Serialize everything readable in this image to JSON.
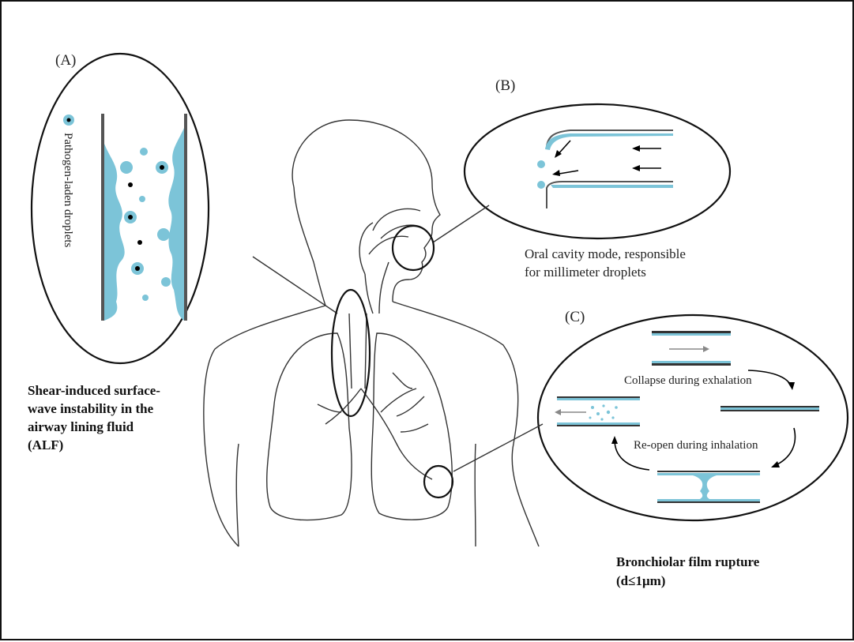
{
  "panels": {
    "a": {
      "label": "(A)",
      "legend": "Pathogen-laden droplets",
      "caption": [
        "Shear-induced surface-",
        "wave instability in the",
        "airway lining fluid",
        "(ALF)"
      ]
    },
    "b": {
      "label": "(B)",
      "caption": [
        "Oral cavity mode, responsible",
        "for millimeter droplets"
      ]
    },
    "c": {
      "label": "(C)",
      "collapse": "Collapse during exhalation",
      "reopen": "Re-open during inhalation",
      "caption": [
        "Bronchiolar film rupture",
        "(d≤1μm)"
      ]
    }
  },
  "colors": {
    "fluid": "#7cc4d8",
    "outline": "#333333",
    "wall": "#555555"
  }
}
